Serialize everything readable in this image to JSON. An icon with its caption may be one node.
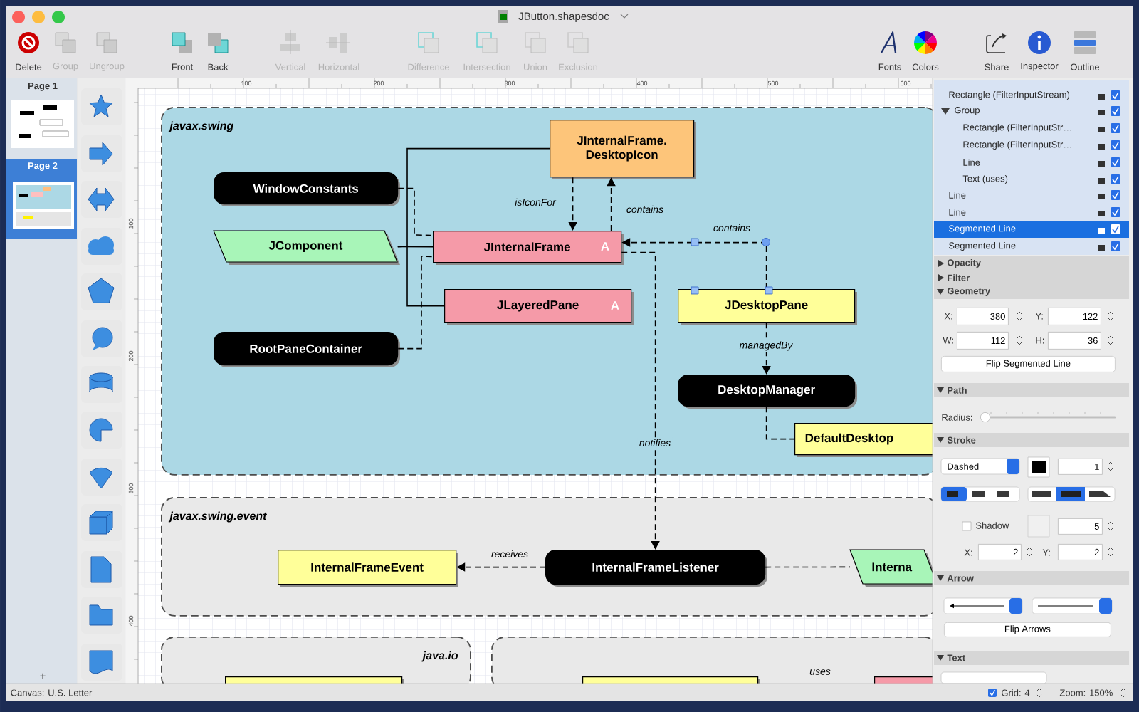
{
  "diagram": {
    "nodes": [
      {
        "text": [
          "javax.swing"
        ]
      },
      {
        "text": [
          "JInternalFrame. DesktopIcon"
        ],
        "in": 0
      },
      {
        "text": [
          "WindowConstants"
        ],
        "in": 0
      },
      {
        "text": [
          "JComponent"
        ],
        "in": 0
      },
      {
        "text": [
          "JInternalFrame",
          "A"
        ],
        "in": 0
      },
      {
        "text": [
          "JLayeredPane",
          "A"
        ],
        "in": 0
      },
      {
        "text": [
          "JDesktopPane"
        ],
        "in": 0
      },
      {
        "text": [
          "RootPaneContainer"
        ],
        "in": 0
      },
      {
        "text": [
          "DesktopManager"
        ],
        "in": 0
      },
      {
        "text": [
          "DefaultDesktop"
        ],
        "in": 0
      },
      {
        "text": [
          "javax.swing.event"
        ]
      },
      {
        "text": [
          "InternalFrameEvent"
        ],
        "in": 10
      },
      {
        "text": [
          "InternalFrameListener"
        ],
        "in": 10
      },
      {
        "text": [
          "Interna"
        ],
        "in": 10
      },
      {
        "text": [
          "java.io"
        ]
      },
      {
        "text": [],
        "shape": "box",
        "in": 14
      },
      {
        "text": [],
        "shape": "box"
      },
      {
        "text": [],
        "shape": "box",
        "in": 16
      },
      {
        "text": [],
        "shape": "box",
        "in": 16
      }
    ],
    "edges": [
      {
        "from": 3,
        "to": 4,
        "arrow": "none"
      },
      {
        "from": 3,
        "to": 1,
        "arrow": "none"
      },
      {
        "from": 3,
        "to": 5,
        "arrow": "none"
      },
      {
        "from": 2,
        "to": 4,
        "arrow": "none",
        "style": "dashed"
      },
      {
        "from": 7,
        "to": 4,
        "arrow": "none",
        "style": "dashed"
      },
      {
        "from": 1,
        "to": 4,
        "arrow": "to",
        "style": "dashed",
        "label": "isIconFor"
      },
      {
        "from": 4,
        "to": 1,
        "arrow": "to",
        "style": "dashed",
        "label": "contains"
      },
      {
        "from": 6,
        "to": 4,
        "arrow": "to",
        "style": "dashed",
        "label": "contains"
      },
      {
        "from": 6,
        "to": 8,
        "arrow": "to",
        "style": "dashed",
        "label": "managedBy"
      },
      {
        "from": 8,
        "to": 9,
        "arrow": "none",
        "style": "dashed"
      },
      {
        "from": 4,
        "to": 12,
        "arrow": "to",
        "style": "dashed",
        "label": "notifies"
      },
      {
        "from": 12,
        "to": 11,
        "arrow": "to",
        "style": "dashed",
        "label": "receives"
      },
      {
        "from": 12,
        "to": 13,
        "arrow": "none",
        "style": "dashed"
      }
    ],
    "labels": [
      "JButton.shapesdoc",
      "Delete",
      "Group",
      "Ungroup",
      "Front",
      "Back",
      "Vertical",
      "Horizontal",
      "Difference",
      "Intersection",
      "Union",
      "Exclusion",
      "Fonts",
      "Colors",
      "Share",
      "Inspector",
      "Outline",
      "Page 1",
      "Page 2",
      "100",
      "200",
      "300",
      "400",
      "500",
      "600",
      "100",
      "200",
      "300",
      "400",
      "Rectangle (FilterInputStream)",
      "Group",
      "Rectangle (FilterInputStr…",
      "Rectangle (FilterInputStr…",
      "Line",
      "Text (uses)",
      "Line",
      "Line",
      "Segmented Line",
      "Segmented Line",
      "Opacity",
      "Filter",
      "Geometry",
      "X:",
      "380",
      "Y:",
      "122",
      "W:",
      "112",
      "H:",
      "36",
      "Flip Segmented Line",
      "Path",
      "Radius:",
      "Stroke",
      "Dashed",
      "1",
      "Shadow",
      "5",
      "X:",
      "2",
      "Y:",
      "2",
      "Arrow",
      "Flip Arrows",
      "Text",
      "+",
      "Canvas: U.S. Letter",
      "Grid: 4",
      "Zoom: 150%",
      "uses"
    ]
  }
}
